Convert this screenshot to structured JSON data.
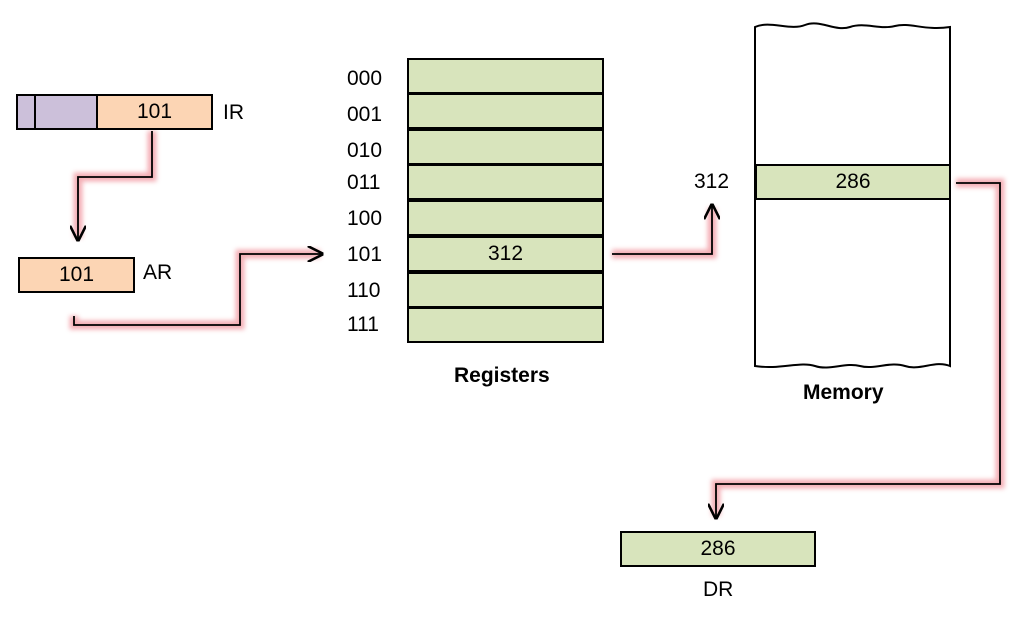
{
  "colors": {
    "peach": "#fcd5b4",
    "lavender": "#ccc0da",
    "green": "#d8e4bc",
    "glow": "#f2a0a8",
    "line": "#000000"
  },
  "ir": {
    "value": "101",
    "label": "IR"
  },
  "ar": {
    "value": "101",
    "label": "AR"
  },
  "registers": {
    "title": "Registers",
    "rows": [
      {
        "addr": "000",
        "value": ""
      },
      {
        "addr": "001",
        "value": ""
      },
      {
        "addr": "010",
        "value": ""
      },
      {
        "addr": "011",
        "value": ""
      },
      {
        "addr": "100",
        "value": ""
      },
      {
        "addr": "101",
        "value": "312"
      },
      {
        "addr": "110",
        "value": ""
      },
      {
        "addr": "111",
        "value": ""
      }
    ]
  },
  "memory": {
    "title": "Memory",
    "address": "312",
    "value": "286"
  },
  "dr": {
    "value": "286",
    "label": "DR"
  }
}
